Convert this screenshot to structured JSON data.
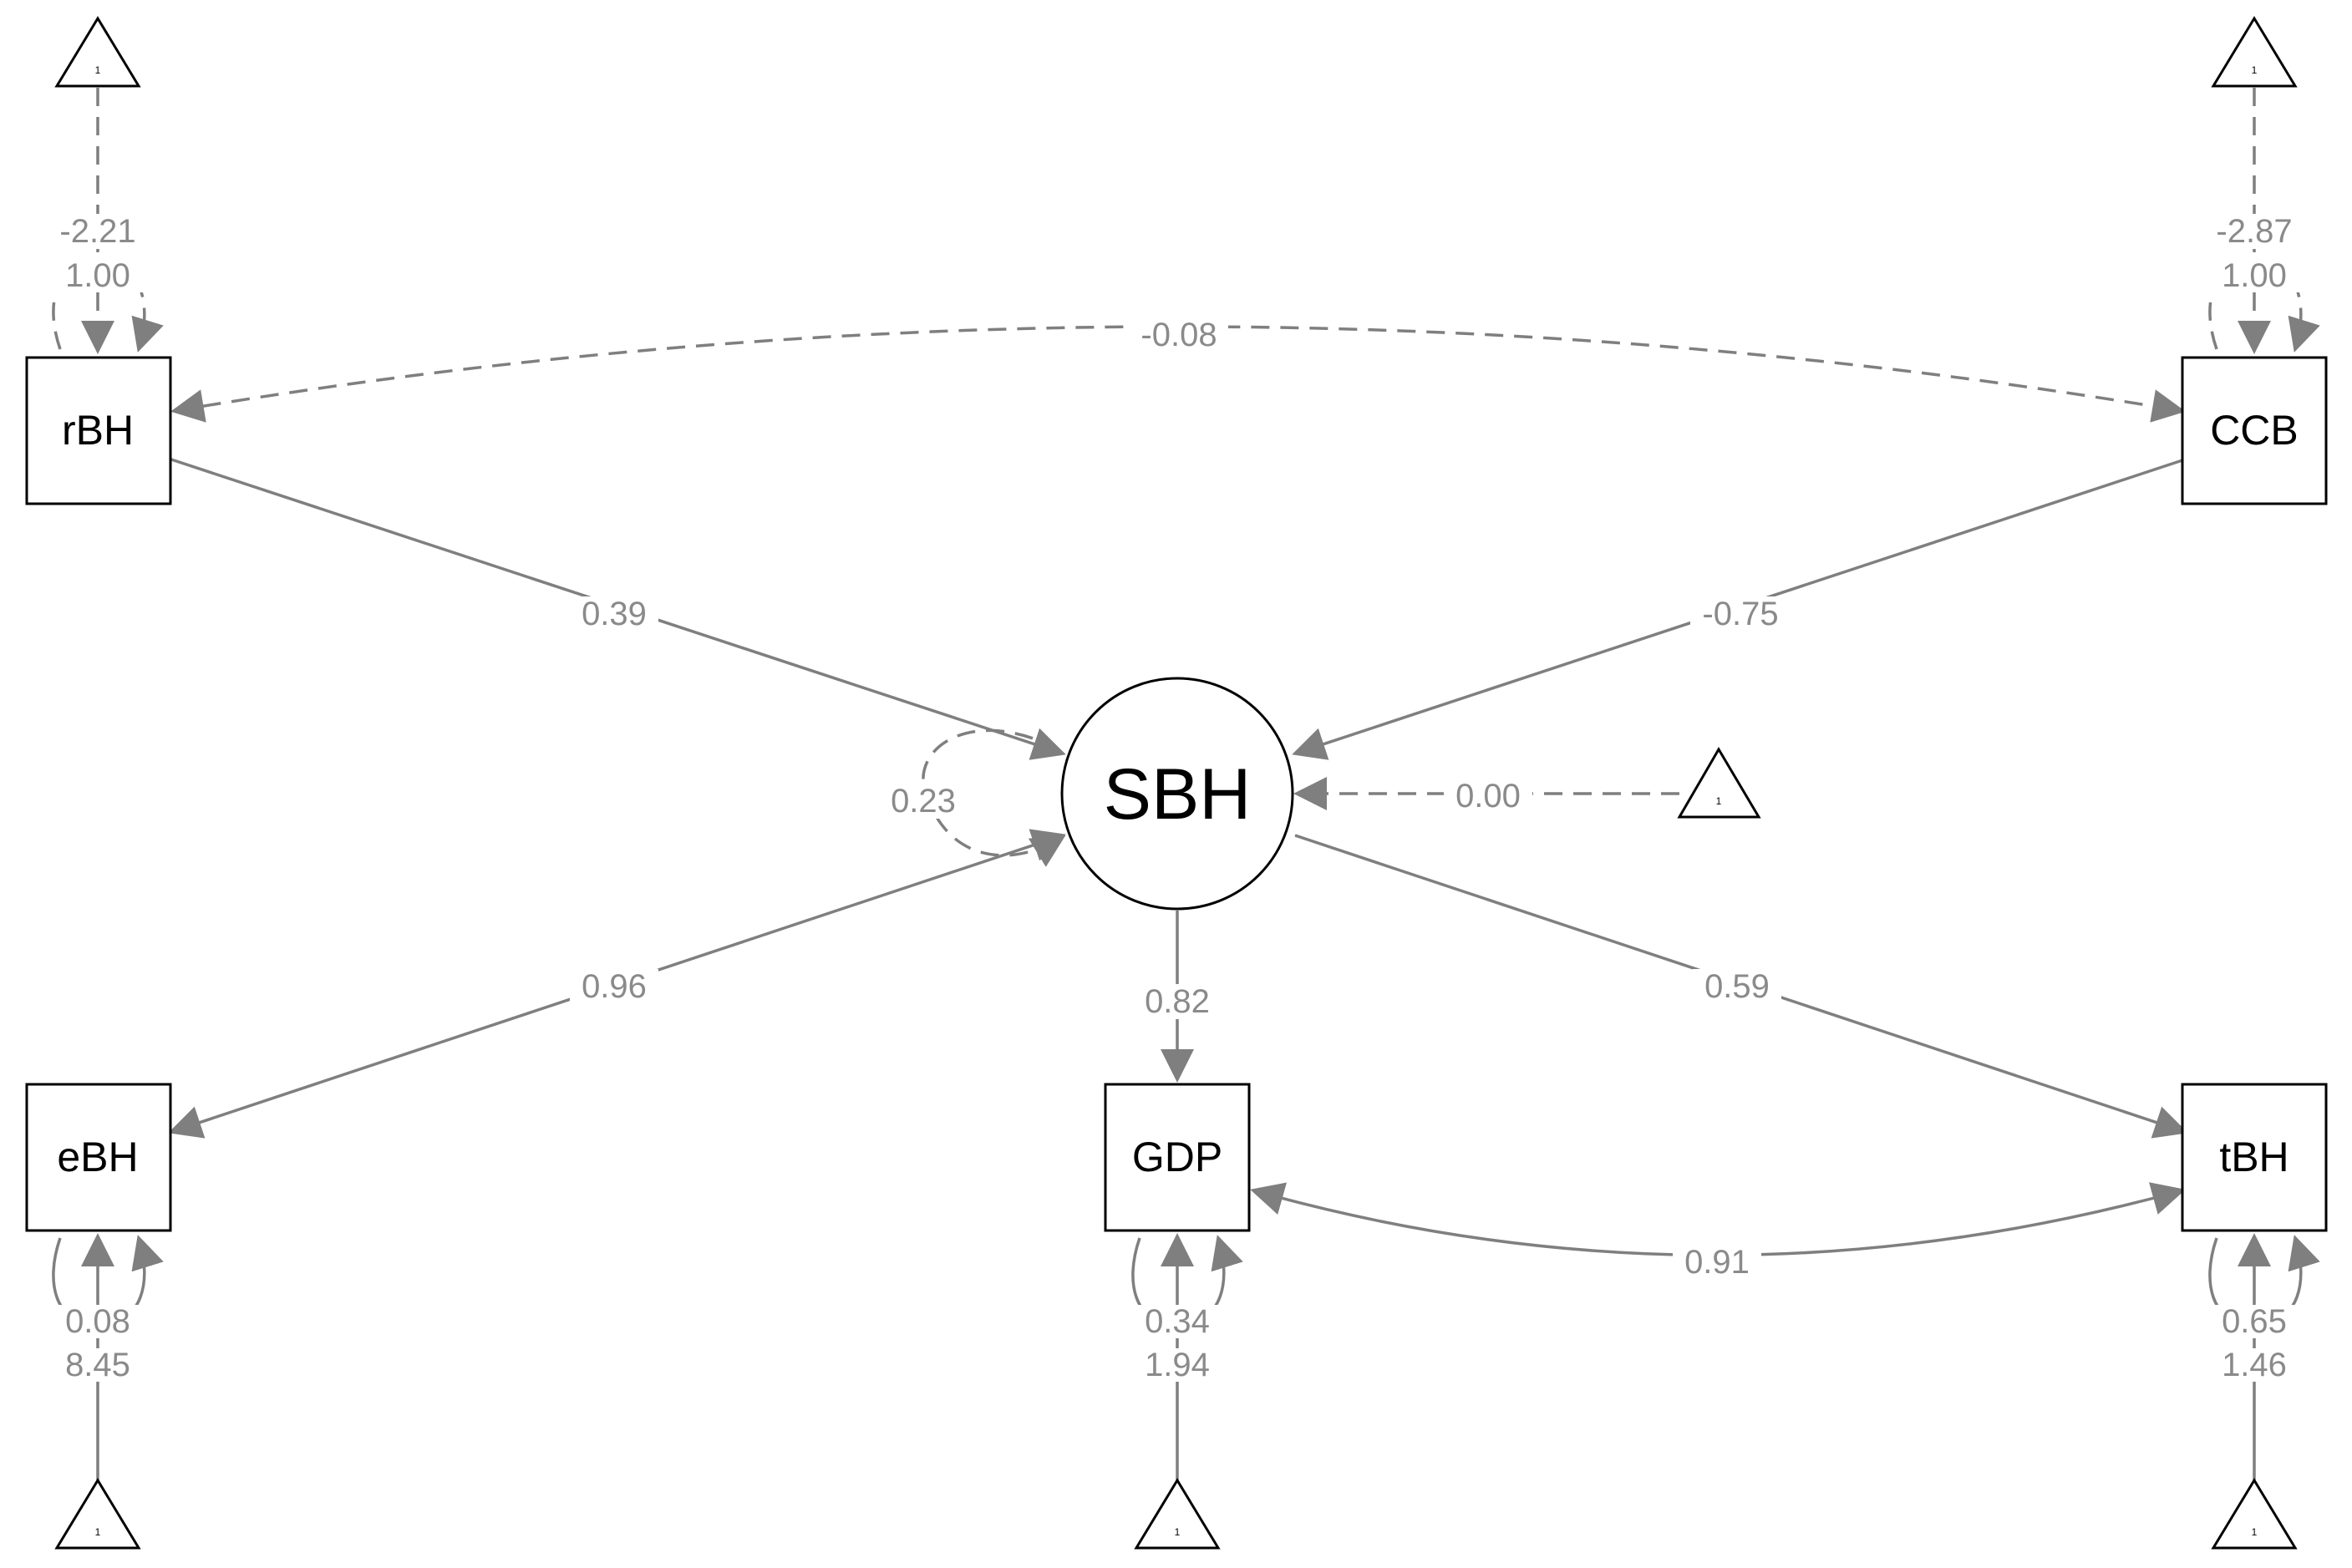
{
  "nodes": {
    "rBH": "rBH",
    "CCB": "CCB",
    "SBH": "SBH",
    "eBH": "eBH",
    "GDP": "GDP",
    "tBH": "tBH"
  },
  "triangles": {
    "label": "1"
  },
  "intercepts": {
    "rBH": "-2.21",
    "CCB": "-2.87",
    "SBH": "0.00",
    "eBH": "8.45",
    "GDP": "1.94",
    "tBH": "1.46"
  },
  "variances": {
    "rBH": "1.00",
    "CCB": "1.00",
    "SBH": "0.23",
    "eBH": "0.08",
    "GDP": "0.34",
    "tBH": "0.65"
  },
  "paths": {
    "rBH_SBH": "0.39",
    "CCB_SBH": "-0.75",
    "SBH_eBH": "0.96",
    "SBH_GDP": "0.82",
    "SBH_tBH": "0.59"
  },
  "covariances": {
    "rBH_CCB": "-0.08",
    "GDP_tBH": "0.91"
  },
  "colors": {
    "edge": "#7f7f7f",
    "label": "#8a8a8a",
    "node_border": "#000000"
  }
}
